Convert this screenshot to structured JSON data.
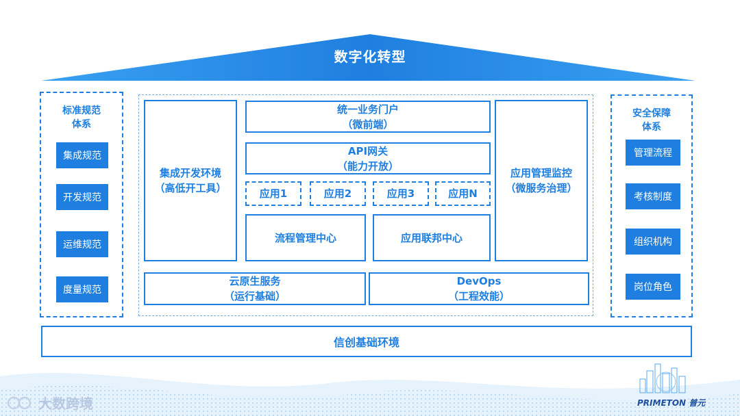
{
  "header": {
    "title": "数字化转型"
  },
  "left_panel": {
    "title_line1": "标准规范",
    "title_line2": "体系",
    "items": [
      "集成规范",
      "开发规范",
      "运维规范",
      "度量规范"
    ]
  },
  "right_panel": {
    "title_line1": "安全保障",
    "title_line2": "体系",
    "items": [
      "管理流程",
      "考核制度",
      "组织机构",
      "岗位角色"
    ]
  },
  "center": {
    "dev_env": {
      "line1": "集成开发环境",
      "line2": "（高低开工具）"
    },
    "portal": {
      "line1": "统一业务门户",
      "line2": "（微前端）"
    },
    "gateway": {
      "line1": "API网关",
      "line2": "（能力开放）"
    },
    "apps": [
      "应用1",
      "应用2",
      "应用3",
      "应用N"
    ],
    "process_center": "流程管理中心",
    "federation_center": "应用联邦中心",
    "monitor": {
      "line1": "应用管理监控",
      "line2": "（微服务治理）"
    },
    "cloud_native": {
      "line1": "云原生服务",
      "line2": "（运行基础）"
    },
    "devops": {
      "line1": "DevOps",
      "line2": "（工程效能）"
    }
  },
  "base": {
    "label": "信创基础环境"
  },
  "footer": {
    "left_logo_text": "大数跨境",
    "right_logo_text": "PRIMETON 普元"
  },
  "colors": {
    "primary": "#1f7fe0",
    "roof_light": "#3a9af0"
  }
}
